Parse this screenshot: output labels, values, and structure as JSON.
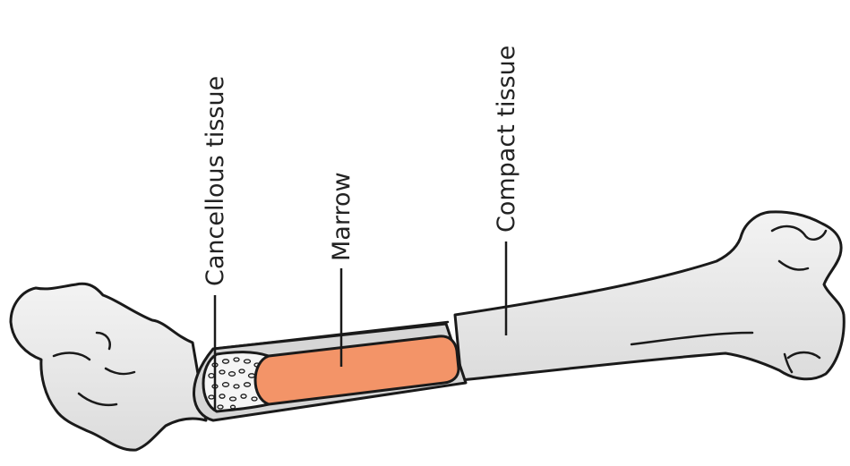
{
  "labels": {
    "cancellous": "Cancellous tissue",
    "marrow": "Marrow",
    "compact": "Compact tissue"
  },
  "colors": {
    "bone": "#ececec",
    "marrow": "#f39468",
    "cancellous_bg": "#f5f5f5",
    "outline": "#1a1a1a"
  }
}
